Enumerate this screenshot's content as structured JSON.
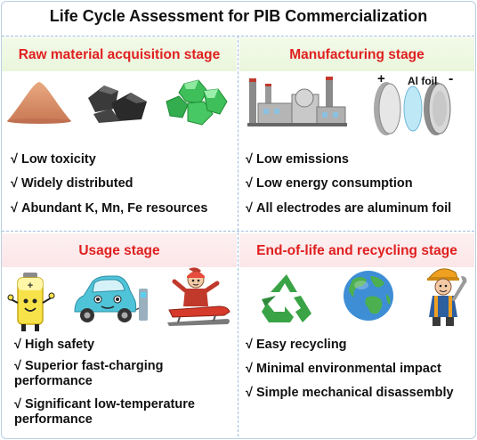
{
  "title": "Life Cycle Assessment for PIB Commercialization",
  "colors": {
    "stage_title": "#e02020",
    "divider": "#9bbbe0",
    "band_top": "#eaf6dd",
    "band_bottom": "#fbe6e8"
  },
  "check_mark": "√",
  "stages": [
    {
      "title": "Raw material acquisition stage",
      "icons": [
        "sand-pile-icon",
        "coal-lumps-icon",
        "green-crystals-icon"
      ],
      "points": [
        "Low toxicity",
        "Widely distributed",
        "Abundant K, Mn, Fe resources"
      ]
    },
    {
      "title": "Manufacturing stage",
      "icons": [
        "factory-icon",
        "battery-cell-components-icon"
      ],
      "electrode_labels": {
        "positive": "+",
        "foil": "Al foil",
        "negative": "-"
      },
      "points": [
        "Low emissions",
        "Low energy consumption",
        "All electrodes are aluminum foil"
      ]
    },
    {
      "title": "Usage stage",
      "icons": [
        "battery-mascot-icon",
        "electric-car-icon",
        "snowmobile-rider-icon"
      ],
      "points": [
        "High safety",
        "Superior fast-charging performance",
        "Significant low-temperature performance"
      ]
    },
    {
      "title": "End-of-life and recycling stage",
      "icons": [
        "recycle-icon",
        "globe-icon",
        "mechanic-icon"
      ],
      "points": [
        "Easy recycling",
        "Minimal environmental impact",
        "Simple mechanical disassembly"
      ]
    }
  ]
}
